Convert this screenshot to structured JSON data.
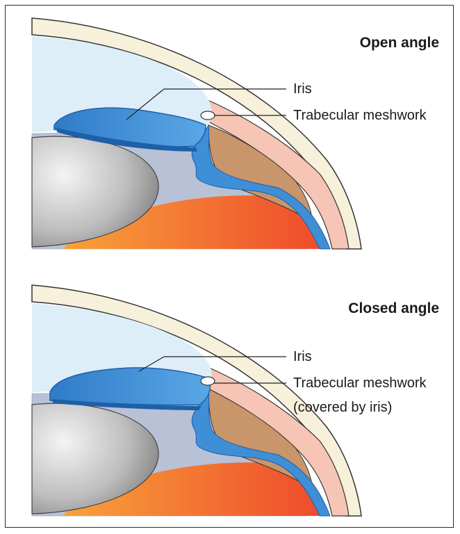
{
  "panels": [
    {
      "title": "Open angle",
      "labels": {
        "iris": "Iris",
        "tm": "Trabecular meshwork"
      }
    },
    {
      "title": "Closed angle",
      "labels": {
        "iris": "Iris",
        "tm": "Trabecular meshwork",
        "tm_note": "(covered by iris)"
      }
    }
  ],
  "colors": {
    "cornea": "#f7f1dc",
    "sclera": "#f6c5b5",
    "aqueous": "#ddeef9",
    "iris": "#3f8fd6",
    "iris_dark": "#1f5fa8",
    "lens": "#b9b9b9",
    "vitreous": "#f0642a",
    "ciliary": "#c9956a",
    "zonules": "#a9b3c8"
  }
}
